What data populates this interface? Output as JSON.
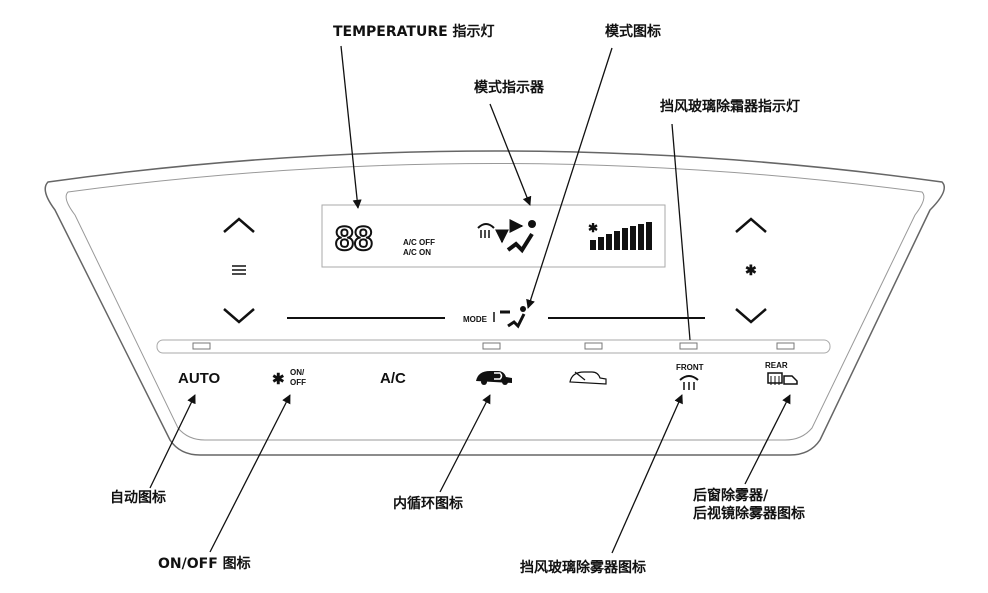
{
  "callouts": {
    "temperature_indicator": "TEMPERATURE 指示灯",
    "mode_icon": "模式图标",
    "mode_indicator": "模式指示器",
    "windshield_defrost_indicator": "挡风玻璃除霜器指示灯",
    "auto_icon": "自动图标",
    "onoff_icon": "ON/OFF 图标",
    "recirc_icon": "内循环图标",
    "windshield_defog_icon": "挡风玻璃除雾器图标",
    "rear_defog_line1": "后窗除雾器/",
    "rear_defog_line2": "后视镜除雾器图标"
  },
  "display": {
    "temp_digits": "88",
    "ac_off": "A/C OFF",
    "ac_on": "A/C ON",
    "mode_label": "MODE"
  },
  "buttons": {
    "auto": "AUTO",
    "onoff_on": "ON/",
    "onoff_off": "OFF",
    "ac": "A/C",
    "front": "FRONT",
    "rear": "REAR"
  }
}
